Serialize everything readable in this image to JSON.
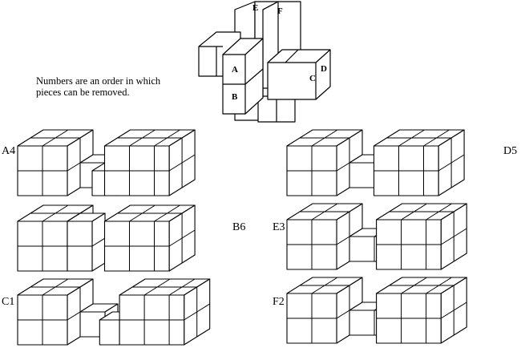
{
  "note": {
    "line1": "Numbers are an order in which",
    "line2": "pieces can be removed."
  },
  "assembly": {
    "labels": [
      "E",
      "F",
      "A",
      "B",
      "C",
      "D"
    ]
  },
  "pieces": [
    {
      "id": "A",
      "label": "A4",
      "side": "left"
    },
    {
      "id": "B",
      "label": "B6",
      "side": "right"
    },
    {
      "id": "C",
      "label": "C1",
      "side": "left"
    },
    {
      "id": "D",
      "label": "D5",
      "side": "right"
    },
    {
      "id": "E",
      "label": "E3",
      "side": "left"
    },
    {
      "id": "F",
      "label": "F2",
      "side": "left"
    }
  ],
  "colors": {
    "stroke": "#000000",
    "face": "#ffffff"
  }
}
